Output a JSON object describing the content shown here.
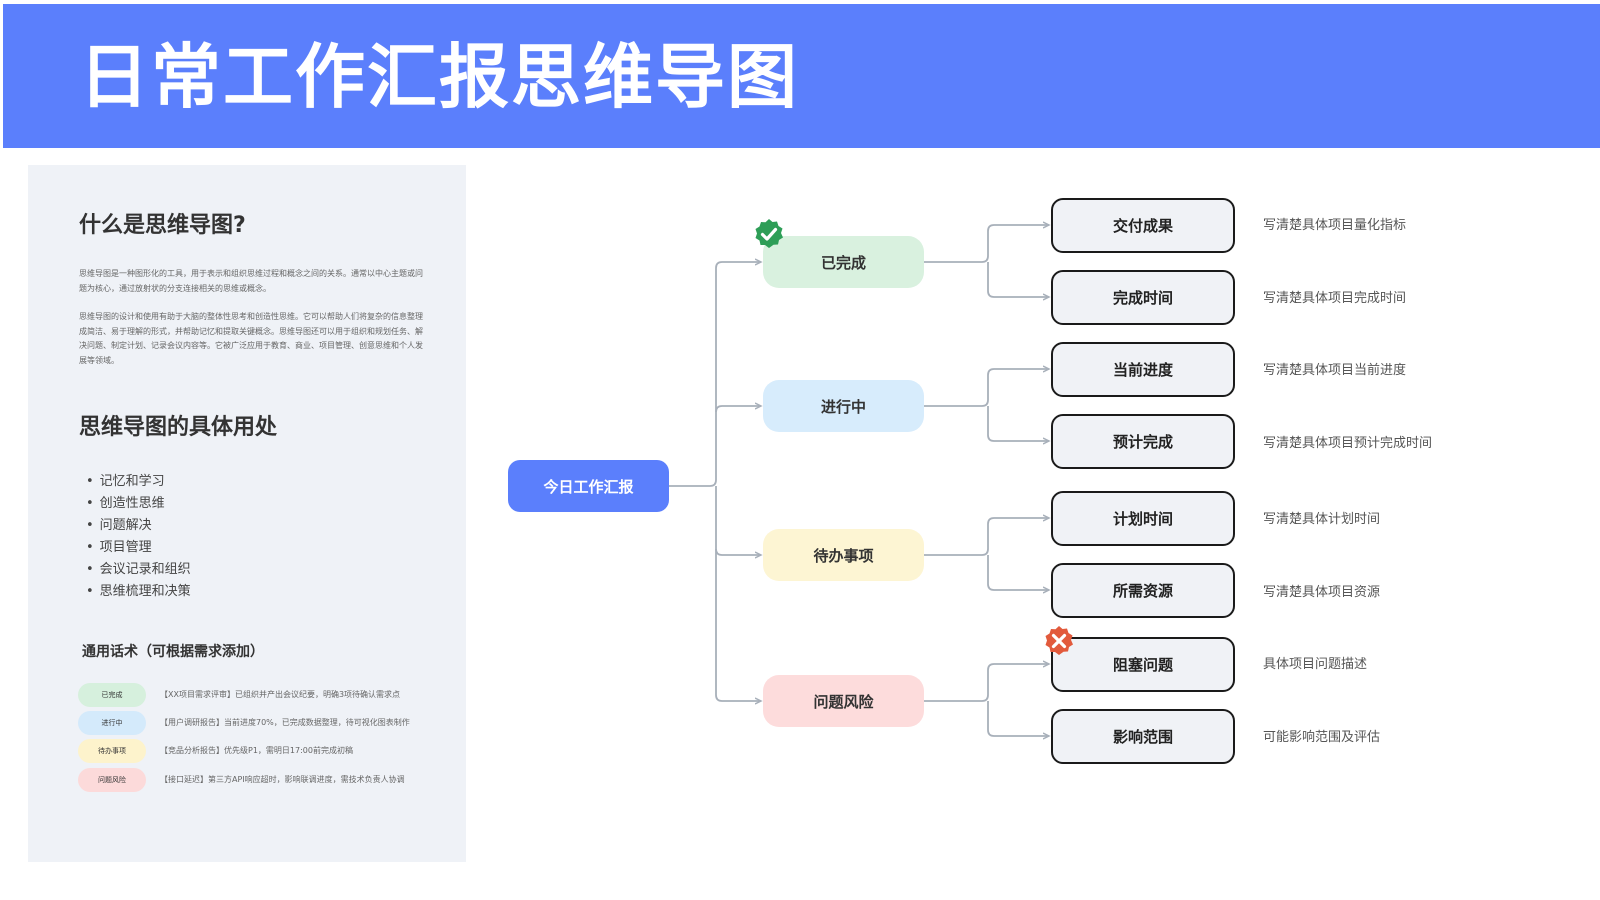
{
  "header": {
    "title": "日常工作汇报思维导图"
  },
  "panel": {
    "title": "什么是思维导图?",
    "para1": "思维导图是一种图形化的工具，用于表示和组织思维过程和概念之间的关系。通常以中心主题或问题为核心，通过放射状的分支连接相关的思维或概念。",
    "para2": "思维导图的设计和使用有助于大脑的整体性思考和创造性思维。它可以帮助人们将复杂的信息整理成简洁、易于理解的形式，并帮助记忆和提取关键概念。思维导图还可以用于组织和规划任务、解决问题、制定计划、记录会议内容等。它被广泛应用于教育、商业、项目管理、创意思维和个人发展等领域。",
    "usage_title": "思维导图的具体用处",
    "uses": [
      "记忆和学习",
      "创造性思维",
      "问题解决",
      "项目管理",
      "会议记录和组织",
      "思维梳理和决策"
    ],
    "phrase_title": "通用话术（可根据需求添加）",
    "phrases": [
      {
        "tag": "已完成",
        "text": "【XX项目需求评审】已组织并产出会议纪要，明确3项待确认需求点",
        "color": "#d6f0dd"
      },
      {
        "tag": "进行中",
        "text": "【用户调研报告】当前进度70%，已完成数据整理，待可视化图表制作",
        "color": "#d4eafb"
      },
      {
        "tag": "待办事项",
        "text": "【竞品分析报告】优先级P1，需明日17:00前完成初稿",
        "color": "#fdf3cc"
      },
      {
        "tag": "问题风险",
        "text": "【接口延迟】第三方API响应超时，影响联调进度，需技术负责人协调",
        "color": "#fcdada"
      }
    ]
  },
  "mindmap": {
    "root": "今日工作汇报",
    "colors": {
      "root": "#5b7ffc",
      "done": "#d9f1df",
      "progress": "#d7ecfc",
      "todo": "#fdf5d3",
      "risk": "#fddcdc",
      "line": "#a8b0ba",
      "check": "#2e9e57",
      "cross": "#e25a3c"
    },
    "categories": [
      {
        "label": "已完成",
        "color": "#d9f1df",
        "badge": "check-icon",
        "children": [
          {
            "label": "交付成果",
            "desc": "写清楚具体项目量化指标"
          },
          {
            "label": "完成时间",
            "desc": "写清楚具体项目完成时间"
          }
        ]
      },
      {
        "label": "进行中",
        "color": "#d7ecfc",
        "children": [
          {
            "label": "当前进度",
            "desc": "写清楚具体项目当前进度"
          },
          {
            "label": "预计完成",
            "desc": "写清楚具体项目预计完成时间"
          }
        ]
      },
      {
        "label": "待办事项",
        "color": "#fdf5d3",
        "children": [
          {
            "label": "计划时间",
            "desc": "写清楚具体计划时间"
          },
          {
            "label": "所需资源",
            "desc": "写清楚具体项目资源"
          }
        ]
      },
      {
        "label": "问题风险",
        "color": "#fddcdc",
        "children": [
          {
            "label": "阻塞问题",
            "desc": "具体项目问题描述",
            "badge": "cross-icon"
          },
          {
            "label": "影响范围",
            "desc": "可能影响范围及评估"
          }
        ]
      }
    ]
  }
}
